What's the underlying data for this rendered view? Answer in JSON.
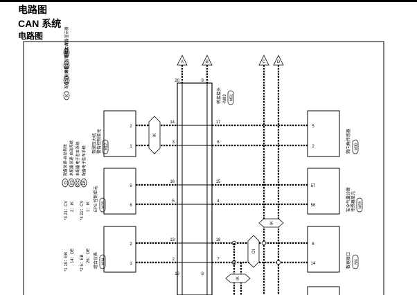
{
  "header": {
    "title": "电路图",
    "subtitle": "CAN 系统",
    "section": "电路图"
  },
  "legend_top": [
    {
      "code": "IK",
      "text": "配备智能钥匙"
    },
    {
      "code": "CV",
      "text": "未配备智能钥匙"
    },
    {
      "code": "C",
      "text": "配备 CVT"
    },
    {
      "code": "WD",
      "text": "配备显示器"
    }
  ],
  "legend_mid": [
    {
      "code": "IS",
      "text": "配备怠速-启动系统"
    },
    {
      "code": "XS",
      "text": "未配备怠速-启动系统"
    },
    {
      "code": "OE",
      "text": "未配备电子驻车系统"
    },
    {
      "code": "EB",
      "text": "配备电子驻车系统"
    }
  ],
  "footnotes": [
    {
      "line1": "*1  19：EB",
      "line2": "14：OE"
    },
    {
      "line1": "*2  5：EB",
      "line2": "26：OE"
    },
    {
      "line1": "*3  21：CV",
      "line2": "2：IK"
    },
    {
      "line1": "*4  22：CV",
      "line2": "1：IK"
    }
  ],
  "connectors": {
    "a": "A",
    "b": "B",
    "c": "C",
    "d": "D"
  },
  "junction": {
    "line1": "转接接头",
    "line2": "-M03",
    "code": "M51"
  },
  "units": {
    "steering_angle": {
      "name_line1": "驾驶压力机",
      "name_line2": "警告控制单元",
      "code": "M12"
    },
    "eps": {
      "name": "EPS 控制单元",
      "code": "M38"
    },
    "combination_meter": {
      "name": "组合仪表",
      "code": "M34"
    },
    "steering_sensor": {
      "name": "转向角传感器",
      "code": "M30"
    },
    "airbag": {
      "name_line1": "安全气囊诊断",
      "name_line2": "传感器单元",
      "code": "M59"
    },
    "dlc": {
      "name": "数据接口",
      "code": "M4"
    }
  },
  "conditions": {
    "ik": "IK",
    "oi": "OI"
  },
  "pins": {
    "top_left": "20",
    "top_right": "9",
    "r1_l": "2",
    "r1_jl": "14",
    "r1_jr": "17",
    "r1_r": "5",
    "r2_l": "1",
    "r2_jl": "3",
    "r2_jr": "6",
    "r2_r": "2",
    "r3_l": "5",
    "r3_jl": "16",
    "r3_jr": "15",
    "r3_r": "57",
    "r4_l": "6",
    "r4_jl": "5",
    "r4_jr": "4",
    "r4_r": "56",
    "r5_l": "2",
    "r5_jl": "13",
    "r5_jr": "18",
    "r5_r": "6",
    "r6_l": "1",
    "r6_jl": "2",
    "r6_jr": "7",
    "r6_r": "14",
    "bot_left": "19",
    "bot_right": "8"
  }
}
